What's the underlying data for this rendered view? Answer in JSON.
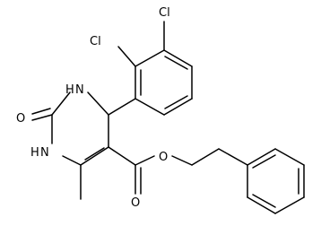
{
  "atoms": {
    "cl_top": "Cl",
    "cl_mid": "Cl",
    "nh_top": "H",
    "n_top": "N",
    "oxo": "O",
    "nh_bottom": "H",
    "n_bottom": "N",
    "ester_o_double": "O",
    "ester_o_single": "O"
  },
  "colors": {
    "bond": "#000000",
    "background": "#ffffff"
  }
}
